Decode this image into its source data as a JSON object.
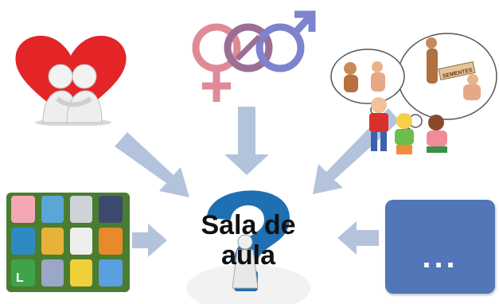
{
  "center": {
    "label_line1": "Sala de",
    "label_line2": "aula",
    "icon": "question-mark-icon"
  },
  "sources": [
    {
      "name": "love-heart",
      "icon": "heart-couple-icon"
    },
    {
      "name": "gender-symbols",
      "icon": "gender-symbols-icon"
    },
    {
      "name": "sex-education-cartoon",
      "icon": "children-thought-cartoon",
      "caption": "SEMENTES"
    },
    {
      "name": "decorated-bins",
      "icon": "trash-bins-grid"
    },
    {
      "name": "more",
      "icon": "ellipsis-icon",
      "label": "..."
    }
  ],
  "colors": {
    "arrow": "#b4c3dc",
    "more_box": "#5177b8",
    "question_mark": "#1f6fb3",
    "heart": "#e32527",
    "female_symbol": "#e08a98",
    "male_symbol": "#7d83cc"
  }
}
